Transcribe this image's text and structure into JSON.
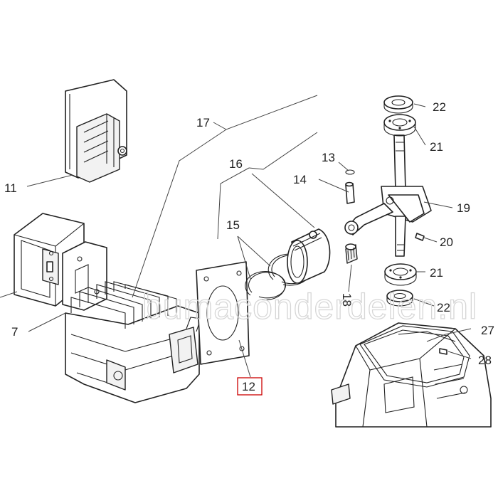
{
  "watermark": "bumaconderdelen.nl",
  "callouts": {
    "c11": "11",
    "c17": "17",
    "c16": "16",
    "c13": "13",
    "c14": "14",
    "c22a": "22",
    "c21a": "21",
    "c19": "19",
    "c20": "20",
    "c21b": "21",
    "c22b": "22",
    "c15": "15",
    "c18": "18",
    "c7": "7",
    "c12": "12",
    "c27": "27",
    "c28": "28"
  },
  "highlight_color": "#cc0000"
}
